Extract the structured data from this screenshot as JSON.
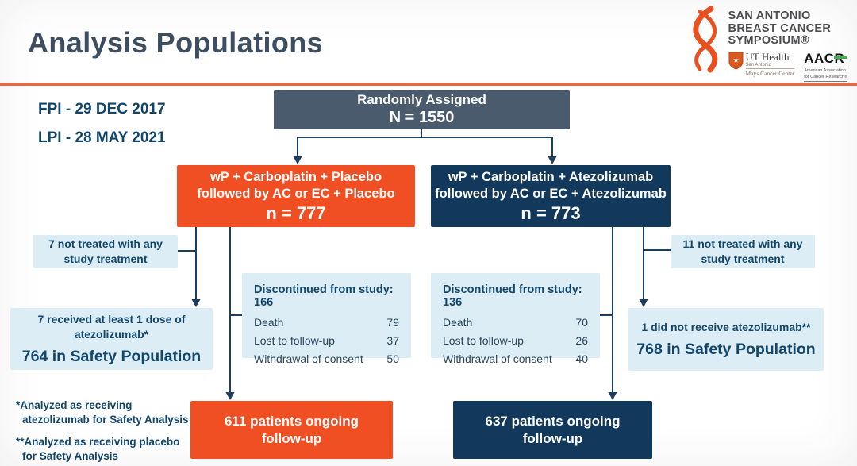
{
  "header": {
    "title": "Analysis Populations",
    "logo": {
      "line1": "SAN ANTONIO",
      "line2": "BREAST CANCER",
      "line3": "SYMPOSIUM®",
      "uthealth_name": "UT Health",
      "uthealth_city": "San Antonio",
      "uthealth_center": "Mays Cancer Center",
      "aacr_word": "AACR",
      "aacr_sub1": "American Association",
      "aacr_sub2": "for Cancer Research®"
    }
  },
  "dates": {
    "fpi": "FPI - 29 DEC 2017",
    "lpi": "LPI - 28 MAY 2021"
  },
  "flow": {
    "randomly_assigned": {
      "line1": "Randomly Assigned",
      "line2": "N = 1550"
    },
    "arm_placebo": {
      "line1": "wP + Carboplatin + Placebo",
      "line2": "followed by AC or EC + Placebo",
      "n": "n = 777"
    },
    "arm_atezolizumab": {
      "line1": "wP + Carboplatin + Atezolizumab",
      "line2": "followed by AC or EC + Atezolizumab",
      "n": "n = 773"
    },
    "not_treated_placebo": {
      "line1": "7 not treated with any",
      "line2": "study treatment"
    },
    "not_treated_atezolizumab": {
      "line1": "11 not treated with any",
      "line2": "study treatment"
    },
    "safety_placebo": {
      "line1": "7 received at least 1 dose of",
      "line2": "atezolizumab*",
      "main": "764 in Safety Population"
    },
    "safety_atezolizumab": {
      "line1": "1 did not receive atezolizumab**",
      "main": "768 in Safety Population"
    },
    "discontinued_placebo": {
      "title": "Discontinued from study: 166",
      "rows": [
        {
          "label": "Death",
          "value": "79"
        },
        {
          "label": "Lost to follow-up",
          "value": "37"
        },
        {
          "label": "Withdrawal of consent",
          "value": "50"
        }
      ]
    },
    "discontinued_atezolizumab": {
      "title": "Discontinued from study: 136",
      "rows": [
        {
          "label": "Death",
          "value": "70"
        },
        {
          "label": "Lost to follow-up",
          "value": "26"
        },
        {
          "label": "Withdrawal of consent",
          "value": "40"
        }
      ]
    },
    "ongoing_placebo": {
      "line1": "611 patients ongoing",
      "line2": "follow-up"
    },
    "ongoing_atezolizumab": {
      "line1": "637 patients ongoing",
      "line2": "follow-up"
    }
  },
  "footnotes": {
    "first_line1": "*Analyzed as receiving",
    "first_line2": "atezolizumab for Safety Analysis",
    "second_line1": "**Analyzed as receiving placebo",
    "second_line2": "for Safety Analysis"
  },
  "colors": {
    "orange": "#f04e23",
    "navy": "#12395c",
    "slate": "#4a5b6e",
    "light_blue": "#dcedf5",
    "text_navy": "#12466b",
    "title": "#3d4e61",
    "rule_orange": "#e06a49",
    "aacr_green": "#39b54a"
  }
}
